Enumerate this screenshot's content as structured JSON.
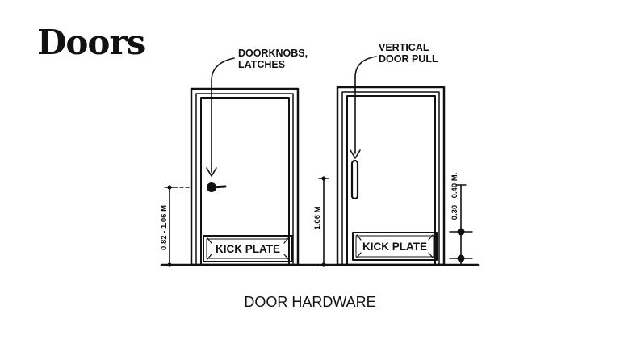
{
  "slide": {
    "title": "Doors",
    "caption": "DOOR HARDWARE"
  },
  "left_door": {
    "callout_line1": "DOORKNOBS,",
    "callout_line2": "LATCHES",
    "kick_plate": "KICK PLATE",
    "height_label": "0.82 - 1.06 M"
  },
  "right_door": {
    "callout_line1": "VERTICAL",
    "callout_line2": "DOOR PULL",
    "kick_plate": "KICK PLATE",
    "height_label": "1.06 M",
    "kick_height_label": "0.30 - 0.40 M."
  },
  "colors": {
    "ink": "#111111",
    "background": "#ffffff"
  }
}
